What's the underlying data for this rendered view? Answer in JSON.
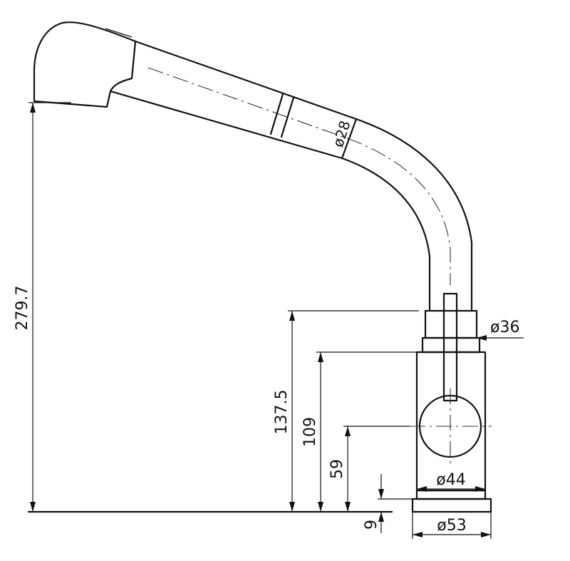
{
  "dimensions": {
    "total_height": "279.7",
    "body_height": "137.5",
    "lever_height": "109",
    "axis_height": "59",
    "base_height": "9",
    "spout_diameter": "ø28",
    "collar_diameter": "ø36",
    "body_diameter": "ø44",
    "base_diameter": "ø53"
  }
}
